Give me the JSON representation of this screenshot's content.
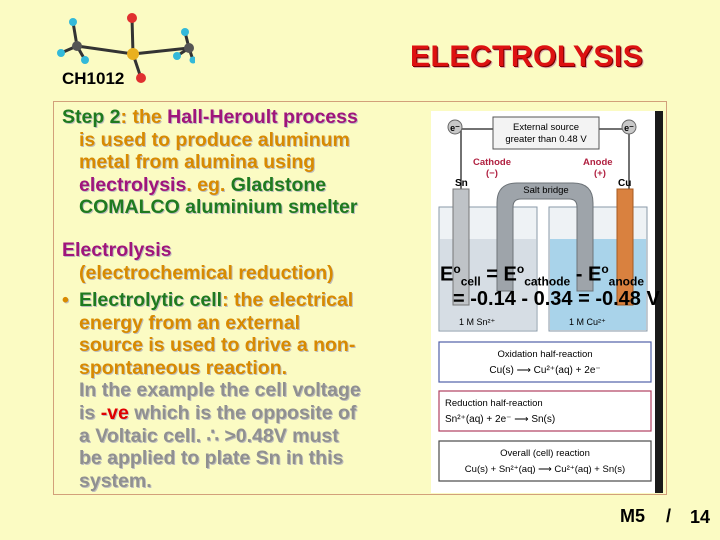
{
  "header": {
    "course_code": "CH1012",
    "title": "ELECTROLYSIS"
  },
  "step2": {
    "label": "Step 2",
    "colon1": ":",
    "the": " the ",
    "process_name": "Hall-Heroult process",
    "l2": "is used to produce aluminum",
    "l3": "metal from alumina using",
    "electrolysis": "electrolysis",
    "dot_eg": ". eg. ",
    "gladstone": "Gladstone",
    "comalco": "COMALCO aluminium smelter"
  },
  "electrolysis_block": {
    "heading": "Electrolysis",
    "subheading": "(electrochemical reduction)"
  },
  "bullet": {
    "marker": "•",
    "term": "Electrolytic cell",
    "colon": ":",
    "l1_rest": " the electrical",
    "l2": "energy from an external",
    "l3": "source is used to drive a non-",
    "l4": "spontaneous reaction.",
    "l5": "In the example the cell voltage",
    "l6_pre": "is ",
    "l6_ve": "-ve",
    "l6_post": "  which is the opposite of",
    "l7": "a Voltaic cell. ∴ >0.48V must",
    "l8": "be applied to plate Sn in this",
    "l9": "system."
  },
  "equation": {
    "e": "E",
    "deg": "o",
    "cell": "cell",
    "eq": " = E",
    "cathode": "cathode",
    "minus": " - E",
    "anode": "anode",
    "line2": "= -0.14 - 0.34 = -0.48 V"
  },
  "diagram": {
    "electron_left": "e⁻",
    "electron_right": "e⁻",
    "ext_source_1": "External source",
    "ext_source_2": "greater than 0.48 V",
    "cathode": "Cathode",
    "cathode_sign": "(−)",
    "anode": "Anode",
    "anode_sign": "(+)",
    "sn": "Sn",
    "cu": "Cu",
    "salt_bridge": "Salt bridge",
    "sol_left": "1 M Sn²⁺",
    "sol_right": "1 M Cu²⁺",
    "ox_title": "Oxidation half-reaction",
    "ox_eq": "Cu(s) ⟶ Cu²⁺(aq) + 2e⁻",
    "red_title": "Reduction half-reaction",
    "red_eq": "Sn²⁺(aq) + 2e⁻ ⟶ Sn(s)",
    "overall_title": "Overall (cell) reaction",
    "overall_eq": "Cu(s) + Sn²⁺(aq) ⟶ Cu²⁺(aq) + Sn(s)"
  },
  "footer": {
    "module": "M5",
    "slash": "/",
    "page": "14"
  },
  "colors": {
    "background": "#fbfbc3",
    "title_red": "#dd1111",
    "green": "#1f7a1f",
    "orange": "#d88a00",
    "purple": "#a0157b",
    "grey": "#909090"
  }
}
